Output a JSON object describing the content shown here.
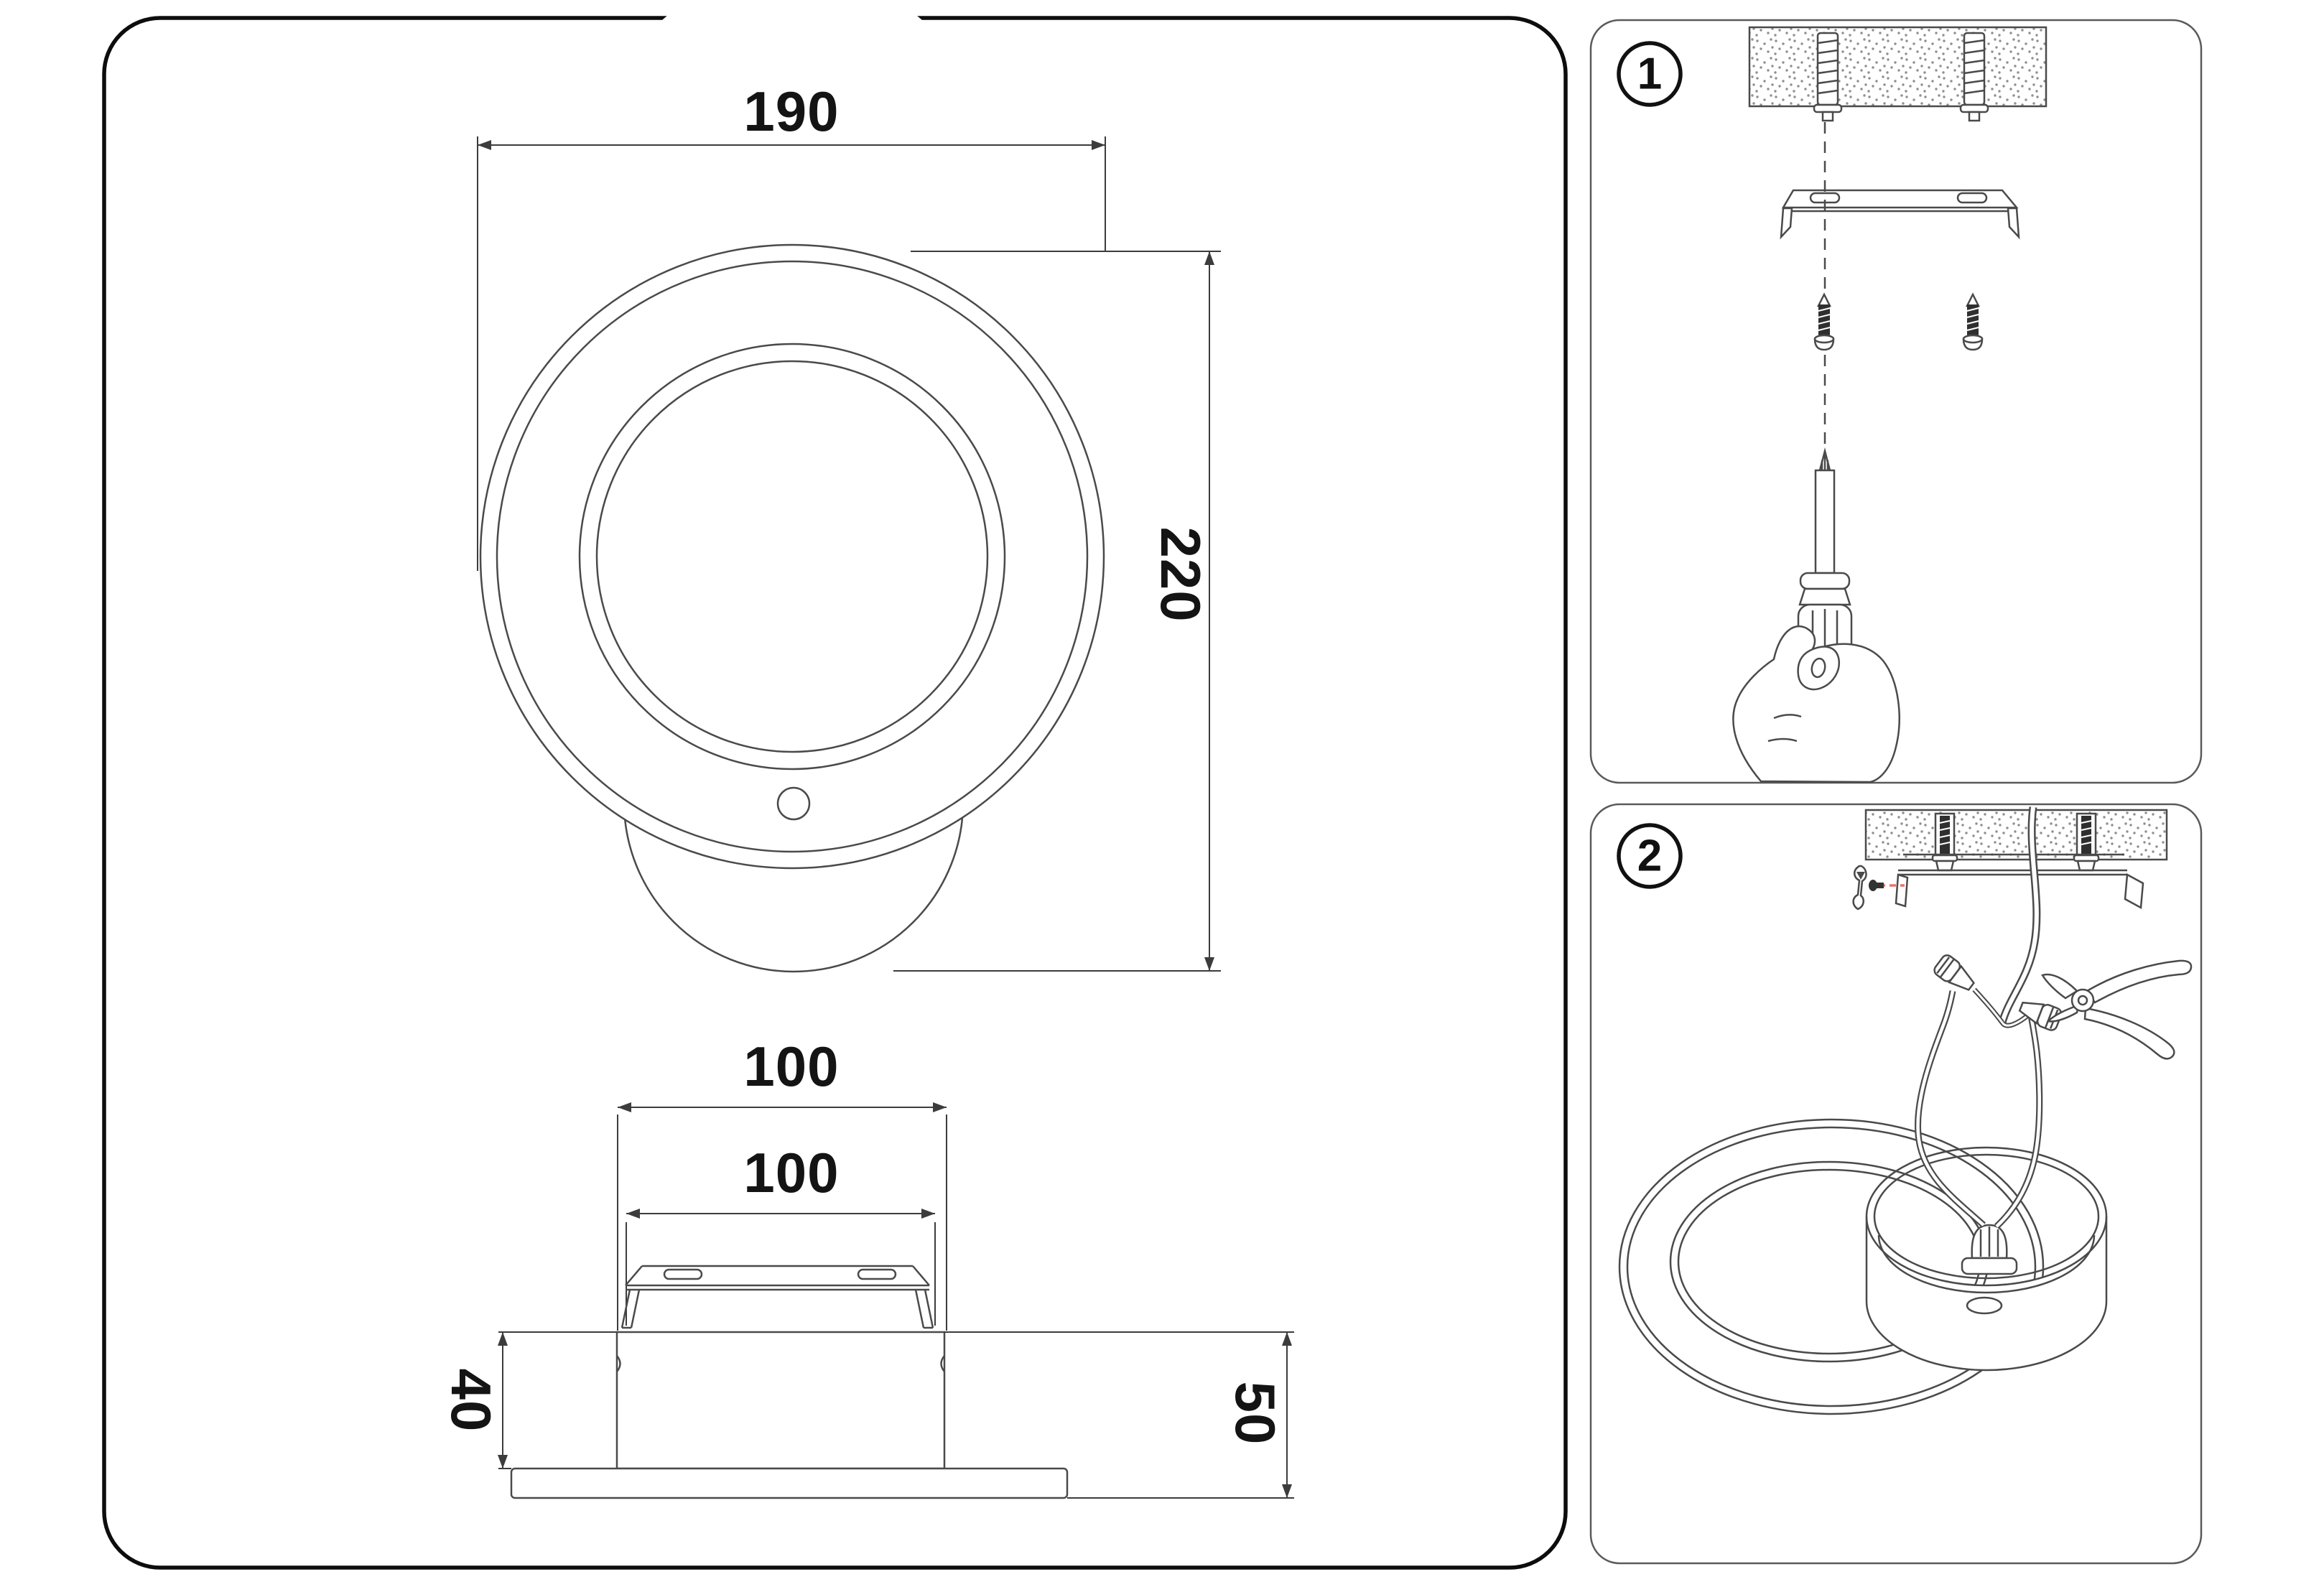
{
  "document": {
    "type": "wall-lamp installation instruction sheet",
    "language": "none (numeric dimensions only)"
  },
  "colors": {
    "background": "#ffffff",
    "panel_border_dark": "#0d0d0d",
    "panel_border_light": "#5a5a5a",
    "drawing_line": "#4a4a4a",
    "dimension_line": "#3c3c3c",
    "text": "#141414",
    "accent_red": "#e8736b",
    "stipple_dot": "#8f8f8f"
  },
  "panel_spec": {
    "front_view": {
      "width": "190",
      "height": "220"
    },
    "side_view": {
      "canopy_width": "100",
      "bracket_width": "100",
      "canopy_height": "40",
      "total_depth": "50"
    }
  },
  "steps": [
    {
      "number": "1",
      "icons": [
        "wall-anchor-icon",
        "mounting-bracket-icon",
        "screw-icon",
        "alignment-dashed-line",
        "screwdriver-icon",
        "hand-icon"
      ]
    },
    {
      "number": "2",
      "icons": [
        "wall-anchor-icon",
        "mounting-bracket-icon",
        "set-screw-icon",
        "clip-icon",
        "power-cable-icon",
        "wire-connector-icon",
        "pliers-icon",
        "lamp-ring-icon",
        "canopy-icon",
        "cable-gland-icon"
      ]
    }
  ]
}
